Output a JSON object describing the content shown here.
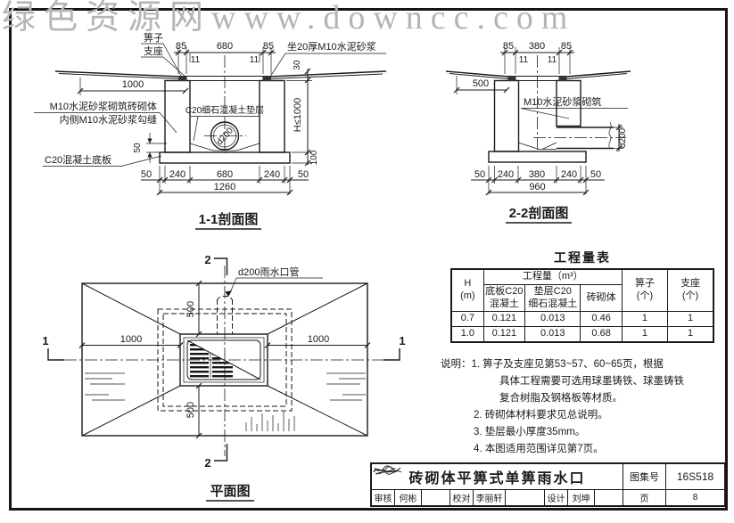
{
  "watermark": {
    "text": "绿色资源网www.downcc.com"
  },
  "colors": {
    "ink": "#1a1a1a",
    "paper": "#ffffff",
    "watermark": "#b5b5b5"
  },
  "s1": {
    "caption": "1-1剖面图",
    "grate": "箅子",
    "support": "支座",
    "seat": "坐20厚M10水泥砂浆",
    "masonry1": "M10水泥砂浆砌筑砖砌体",
    "masonry2": "内侧M10水泥砂浆勾缝",
    "bedding": "C20细石混凝土垫层",
    "slab": "C20混凝土底板",
    "pipe": "d200",
    "d85l": "85",
    "d680": "680",
    "d85r": "85",
    "d11l": "11",
    "d11r": "11",
    "d1000": "1000",
    "d50": "50",
    "d30": "30",
    "dh": "H≤1000",
    "d100": "100",
    "bottom": [
      "50",
      "240",
      "680",
      "240",
      "50"
    ],
    "total": "1260"
  },
  "s2": {
    "caption": "2-2剖面图",
    "masonry": "M10水泥砂浆砌筑",
    "pipe": "d200",
    "d85l": "85",
    "d380": "380",
    "d85r": "85",
    "d11l": "11",
    "d11r": "11",
    "d500": "500",
    "bottom": [
      "50",
      "240",
      "380",
      "240",
      "50"
    ],
    "total": "960"
  },
  "plan": {
    "caption": "平面图",
    "pipe_label": "d200雨水口管",
    "d1000l": "1000",
    "d1000r": "1000",
    "d500t": "500",
    "d500b": "500",
    "mark2": "2",
    "mark1": "1"
  },
  "table": {
    "title": "工程量表",
    "h1": "H",
    "h1u": "(m)",
    "qty": "工程量（m³）",
    "c1a": "底板C20",
    "c1b": "混凝土",
    "c2a": "垫层C20",
    "c2b": "细石混凝土",
    "c3": "砖砌体",
    "g1": "箅子",
    "g2": "(个)",
    "z1": "支座",
    "z2": "(个)",
    "rows": [
      [
        "0.7",
        "0.121",
        "0.013",
        "0.46",
        "1",
        "1"
      ],
      [
        "1.0",
        "0.121",
        "0.013",
        "0.68",
        "1",
        "1"
      ]
    ]
  },
  "notes": {
    "lines": [
      "说明：1. 箅子及支座见第53~57、60~65页，根据",
      "具体工程需要可选用球墨铸铁、球墨铸铁",
      "复合树脂及钢格板等材质。",
      "2. 砖砌体材料要求见总说明。",
      "3. 垫层最小厚度35mm。",
      "4. 本图适用范围详见第7页。"
    ]
  },
  "tb": {
    "title": "砖砌体平箅式单箅雨水口",
    "atlas_label": "图集号",
    "atlas_no": "16S518",
    "page_label": "页",
    "page_no": "8",
    "shenhe": "审核",
    "shenhe_name": "何彬",
    "xiaodui": "校对",
    "xiaodui_name": "李丽轩",
    "sheji": "设计",
    "sheji_name": "刘坤"
  }
}
